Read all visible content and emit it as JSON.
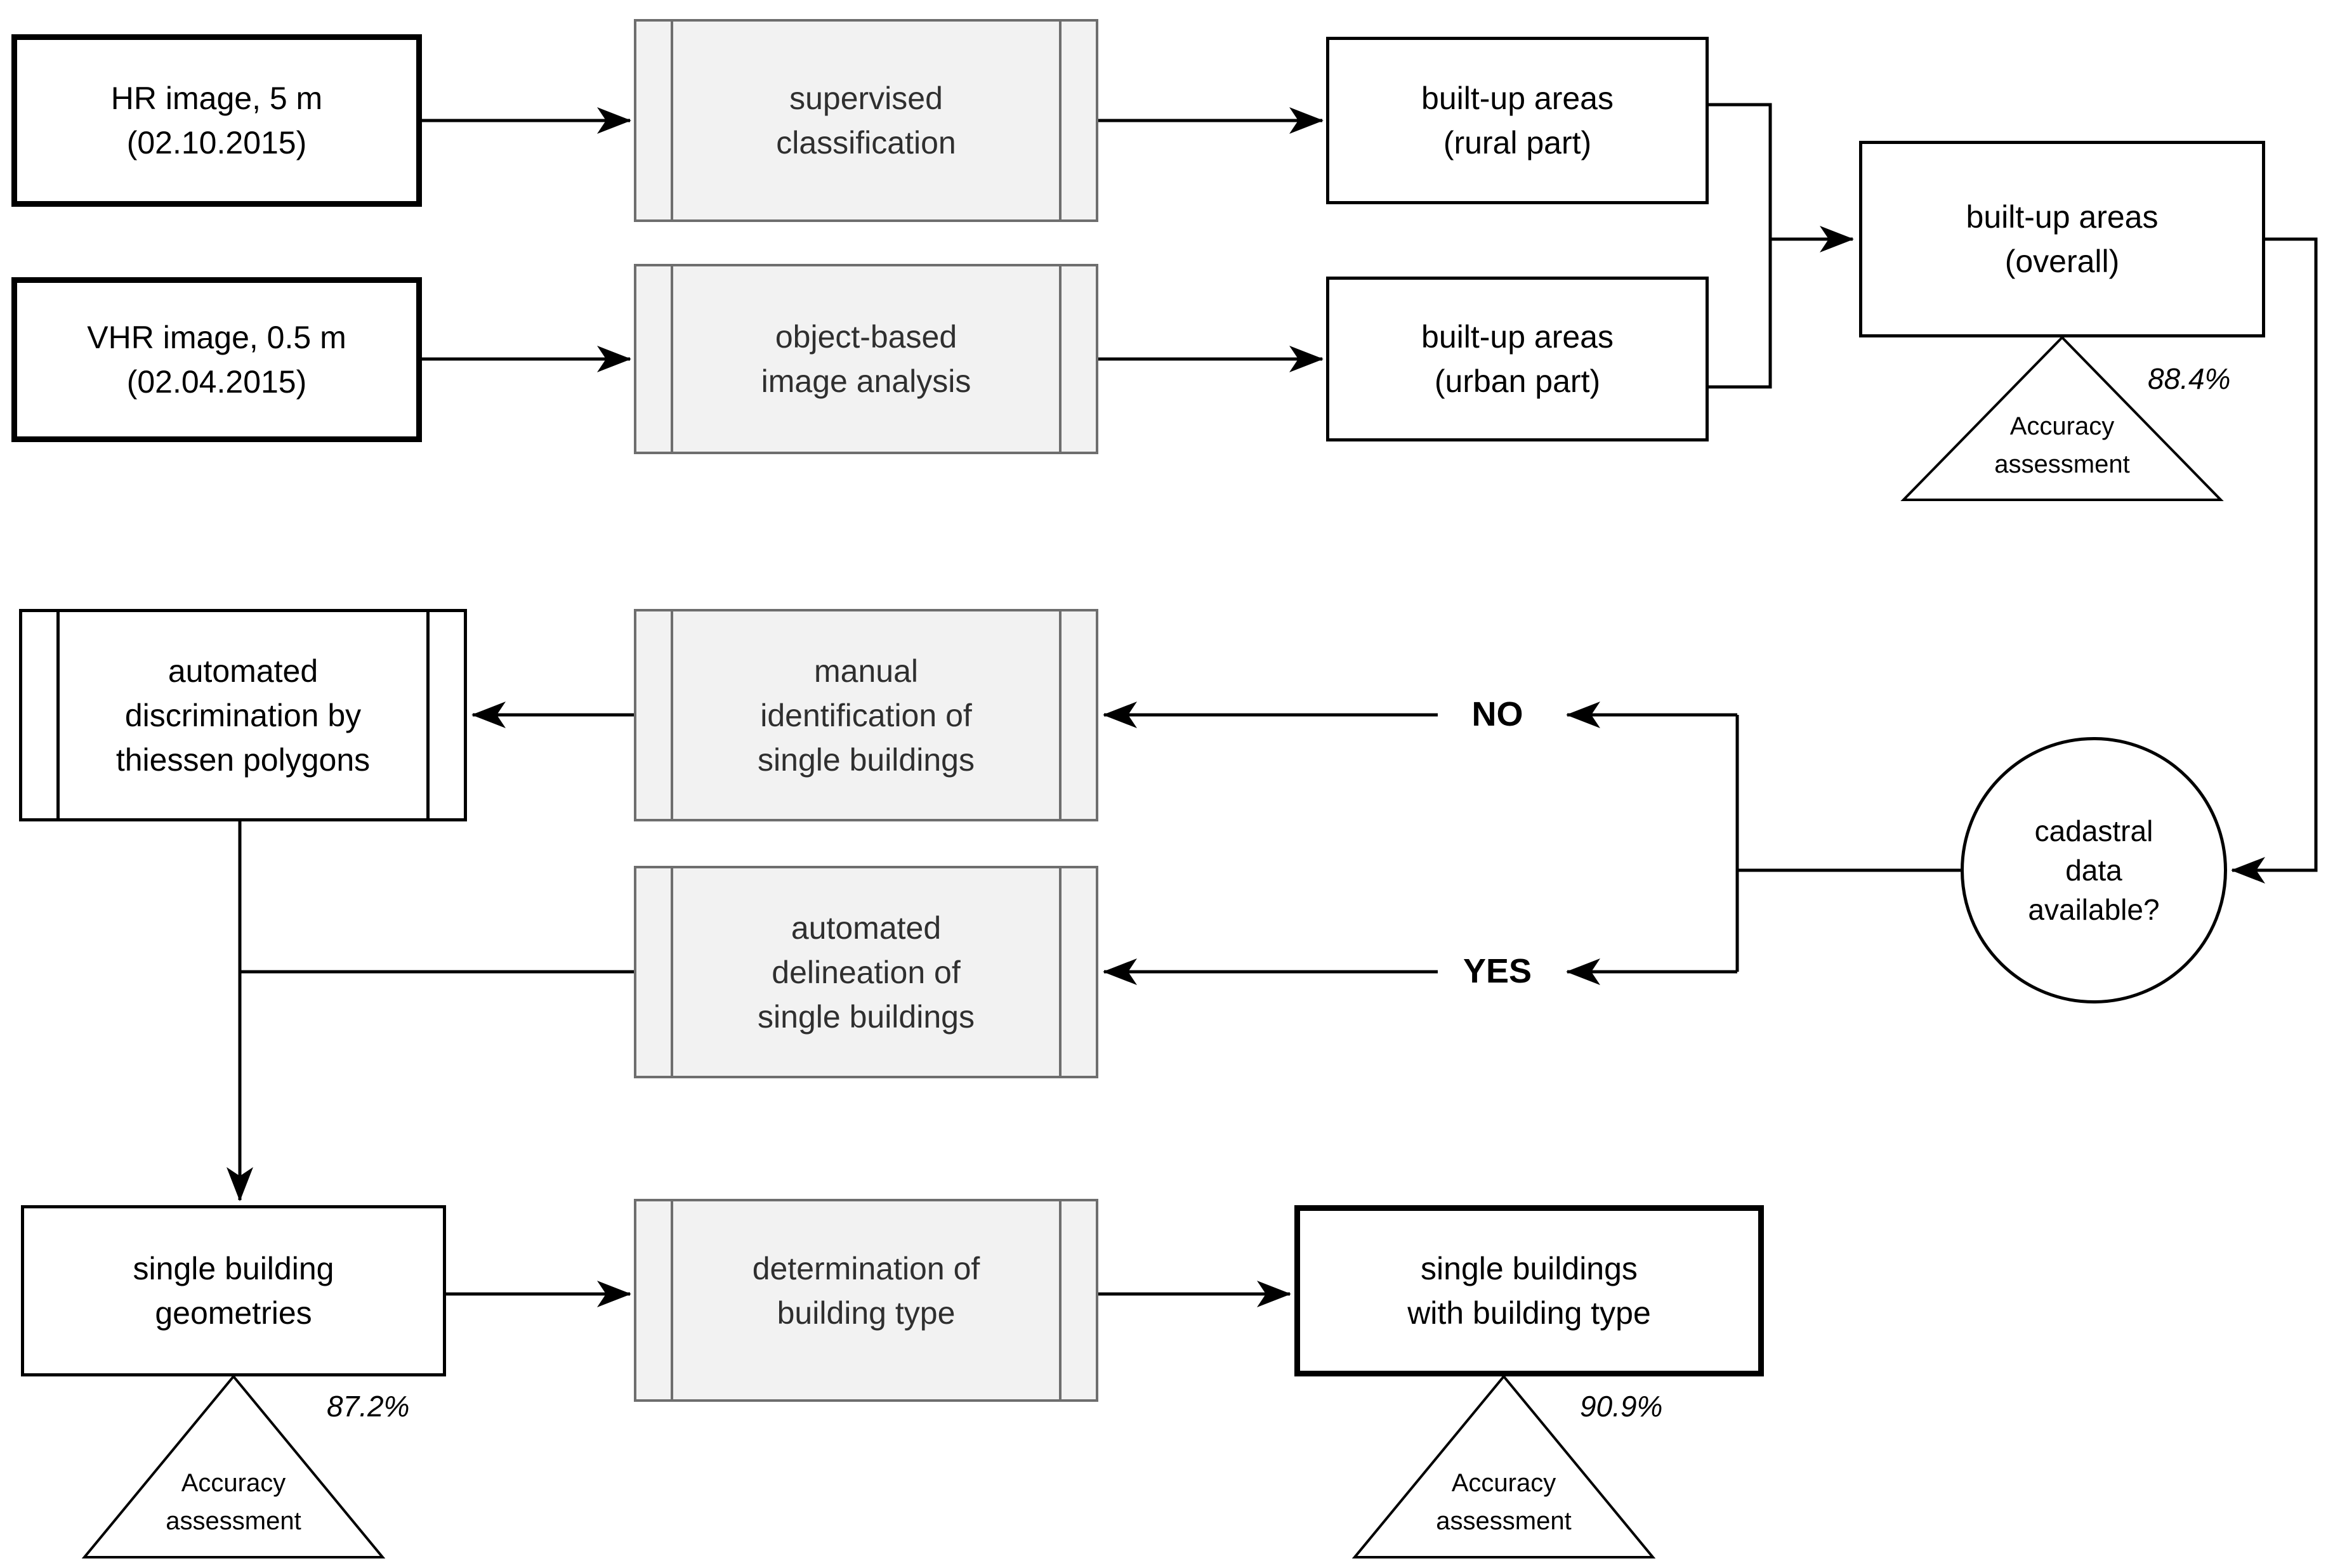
{
  "diagram": {
    "nodes": {
      "hr_image": "HR image, 5 m\n(02.10.2015)",
      "vhr_image": "VHR image, 0.5 m\n(02.04.2015)",
      "supervised_classification": "supervised\nclassification",
      "object_based_analysis": "object-based\nimage analysis",
      "builtup_rural": "built-up areas\n(rural part)",
      "builtup_urban": "built-up areas\n(urban part)",
      "builtup_overall": "built-up areas\n(overall)",
      "cadastral_question": "cadastral\ndata\navailable?",
      "manual_identification": "manual\nidentification of\nsingle buildings",
      "thiessen_discrimination": "automated\ndiscrimination by\nthiessen polygons",
      "automated_delineation": "automated\ndelineation of\nsingle buildings",
      "building_geometries": "single building\ngeometries",
      "determination_type": "determination of\nbuilding type",
      "buildings_with_type": "single buildings\nwith building type"
    },
    "branch_labels": {
      "no": "NO",
      "yes": "YES"
    },
    "accuracy": {
      "marker_label": "Accuracy\nassessment",
      "overall_pct": "88.4%",
      "geometries_pct": "87.2%",
      "building_type_pct": "90.9%"
    },
    "colors": {
      "process_fill": "#f2f2f2",
      "process_border": "#6e6e6e",
      "line": "#000000",
      "background": "#ffffff"
    }
  }
}
